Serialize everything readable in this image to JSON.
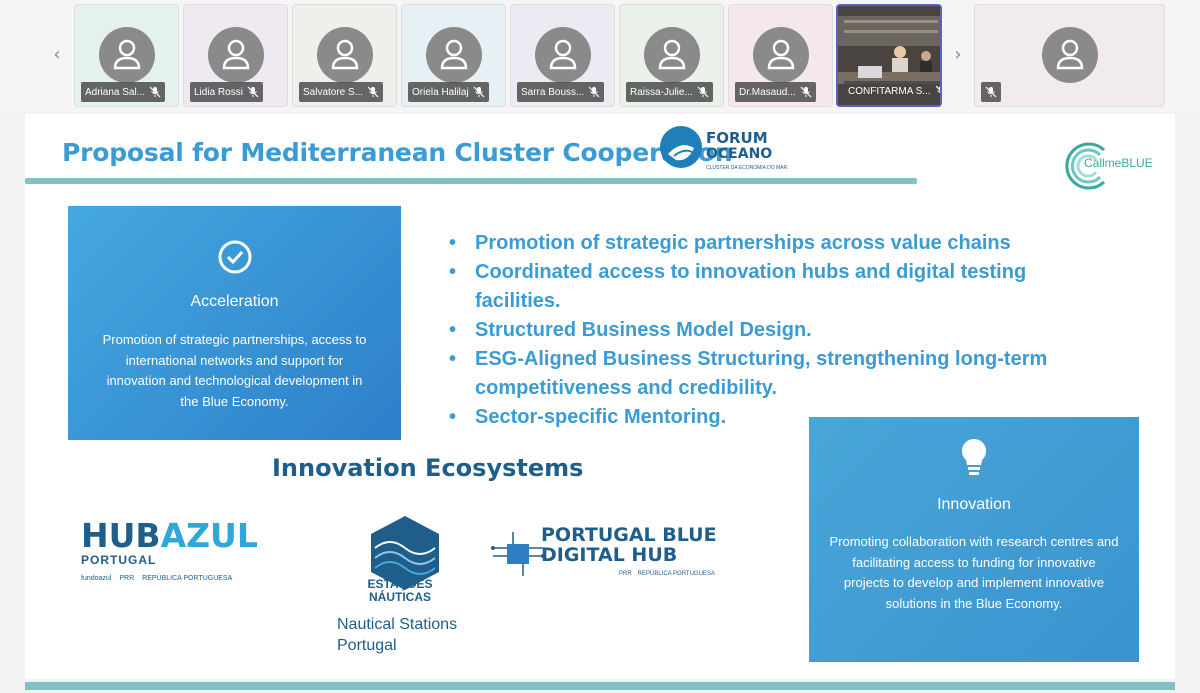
{
  "participants": [
    {
      "name": "Adriana Sal...",
      "muted": true,
      "bg": "#e4f1ee"
    },
    {
      "name": "Lidia Rossi",
      "muted": true,
      "bg": "#efe9f2"
    },
    {
      "name": "Salvatore S...",
      "muted": true,
      "bg": "#eef0ec"
    },
    {
      "name": "Oriela Halilaj",
      "muted": true,
      "bg": "#e7f0f4"
    },
    {
      "name": "Sarra Bouss...",
      "muted": true,
      "bg": "#ecebf3"
    },
    {
      "name": "Raissa-Julie...",
      "muted": true,
      "bg": "#e9f1ea"
    },
    {
      "name": "Dr.Masaud...",
      "muted": true,
      "bg": "#f4e8ea"
    }
  ],
  "active_speaker": {
    "name": "CONFITARMA S...",
    "muted": true
  },
  "extra_tile": {
    "name": "",
    "muted": true
  },
  "slide": {
    "title": "Proposal for Mediterranean Cluster Cooperation",
    "forum_logo": {
      "line1": "FORUM",
      "line2": "OCEANO",
      "tagline": "CLUSTER DA ECONOMIA DO MAR"
    },
    "callme_logo": "CallmeBLUE",
    "acceleration": {
      "title": "Acceleration",
      "description": "Promotion of strategic partnerships, access to international networks and support for innovation and technological development in the Blue Economy."
    },
    "bullets": [
      "Promotion of strategic partnerships across value chains",
      "Coordinated access to innovation hubs and digital testing facilities.",
      "Structured Business Model Design.",
      "ESG-Aligned Business Structuring, strengthening long-term competitiveness and credibility.",
      "Sector-specific Mentoring."
    ],
    "ecosystems_title": "Innovation Ecosystems",
    "hubazul": {
      "part1": "HUB",
      "part2": "AZUL",
      "sub": "PORTUGAL",
      "footer": [
        "fundoazul",
        "PRR",
        "REPÚBLICA PORTUGUESA"
      ]
    },
    "estacoes": {
      "line1": "ESTAÇÕES",
      "line2": "NÁUTICAS"
    },
    "nautical": {
      "line1": "Nautical Stations",
      "line2": "Portugal"
    },
    "pbdh": {
      "line1": "PORTUGAL BLUE",
      "line2": "DIGITAL HUB",
      "footer": [
        "PRR",
        "REPÚBLICA PORTUGUESA"
      ]
    },
    "innovation": {
      "title": "Innovation",
      "description": "Promoting collaboration with research centres and facilitating access to funding for innovative projects to develop and implement innovative solutions in the Blue Economy."
    }
  },
  "colors": {
    "title_blue": "#3a9bd5",
    "navy": "#1f5e8a",
    "teal_rule": "#7fc3c0",
    "card_blue": "#3d94d2"
  }
}
